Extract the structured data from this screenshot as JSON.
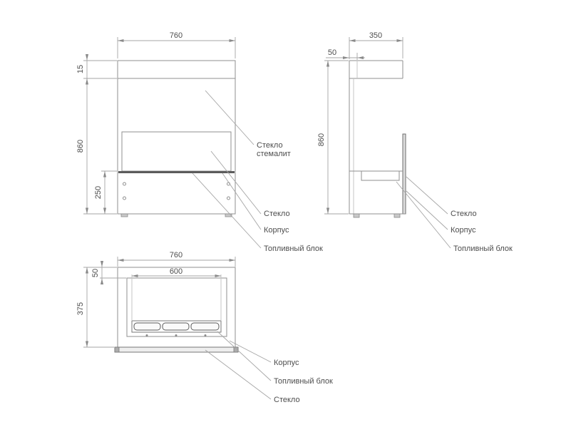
{
  "front": {
    "dim_width": "760",
    "dim_lip": "15",
    "dim_height": "860",
    "dim_base": "250",
    "label_glass_ceramic_1": "Стекло",
    "label_glass_ceramic_2": "стемалит",
    "label_glass": "Стекло",
    "label_body": "Корпус",
    "label_fuel": "Топливный блок"
  },
  "side": {
    "dim_depth": "350",
    "dim_offset": "50",
    "dim_height": "860",
    "label_glass": "Стекло",
    "label_body": "Корпус",
    "label_fuel": "Топливный блок"
  },
  "top": {
    "dim_width": "760",
    "dim_burner": "600",
    "dim_offset": "50",
    "dim_depth": "375",
    "label_body": "Корпус",
    "label_fuel": "Топливный блок",
    "label_glass": "Стекло"
  }
}
